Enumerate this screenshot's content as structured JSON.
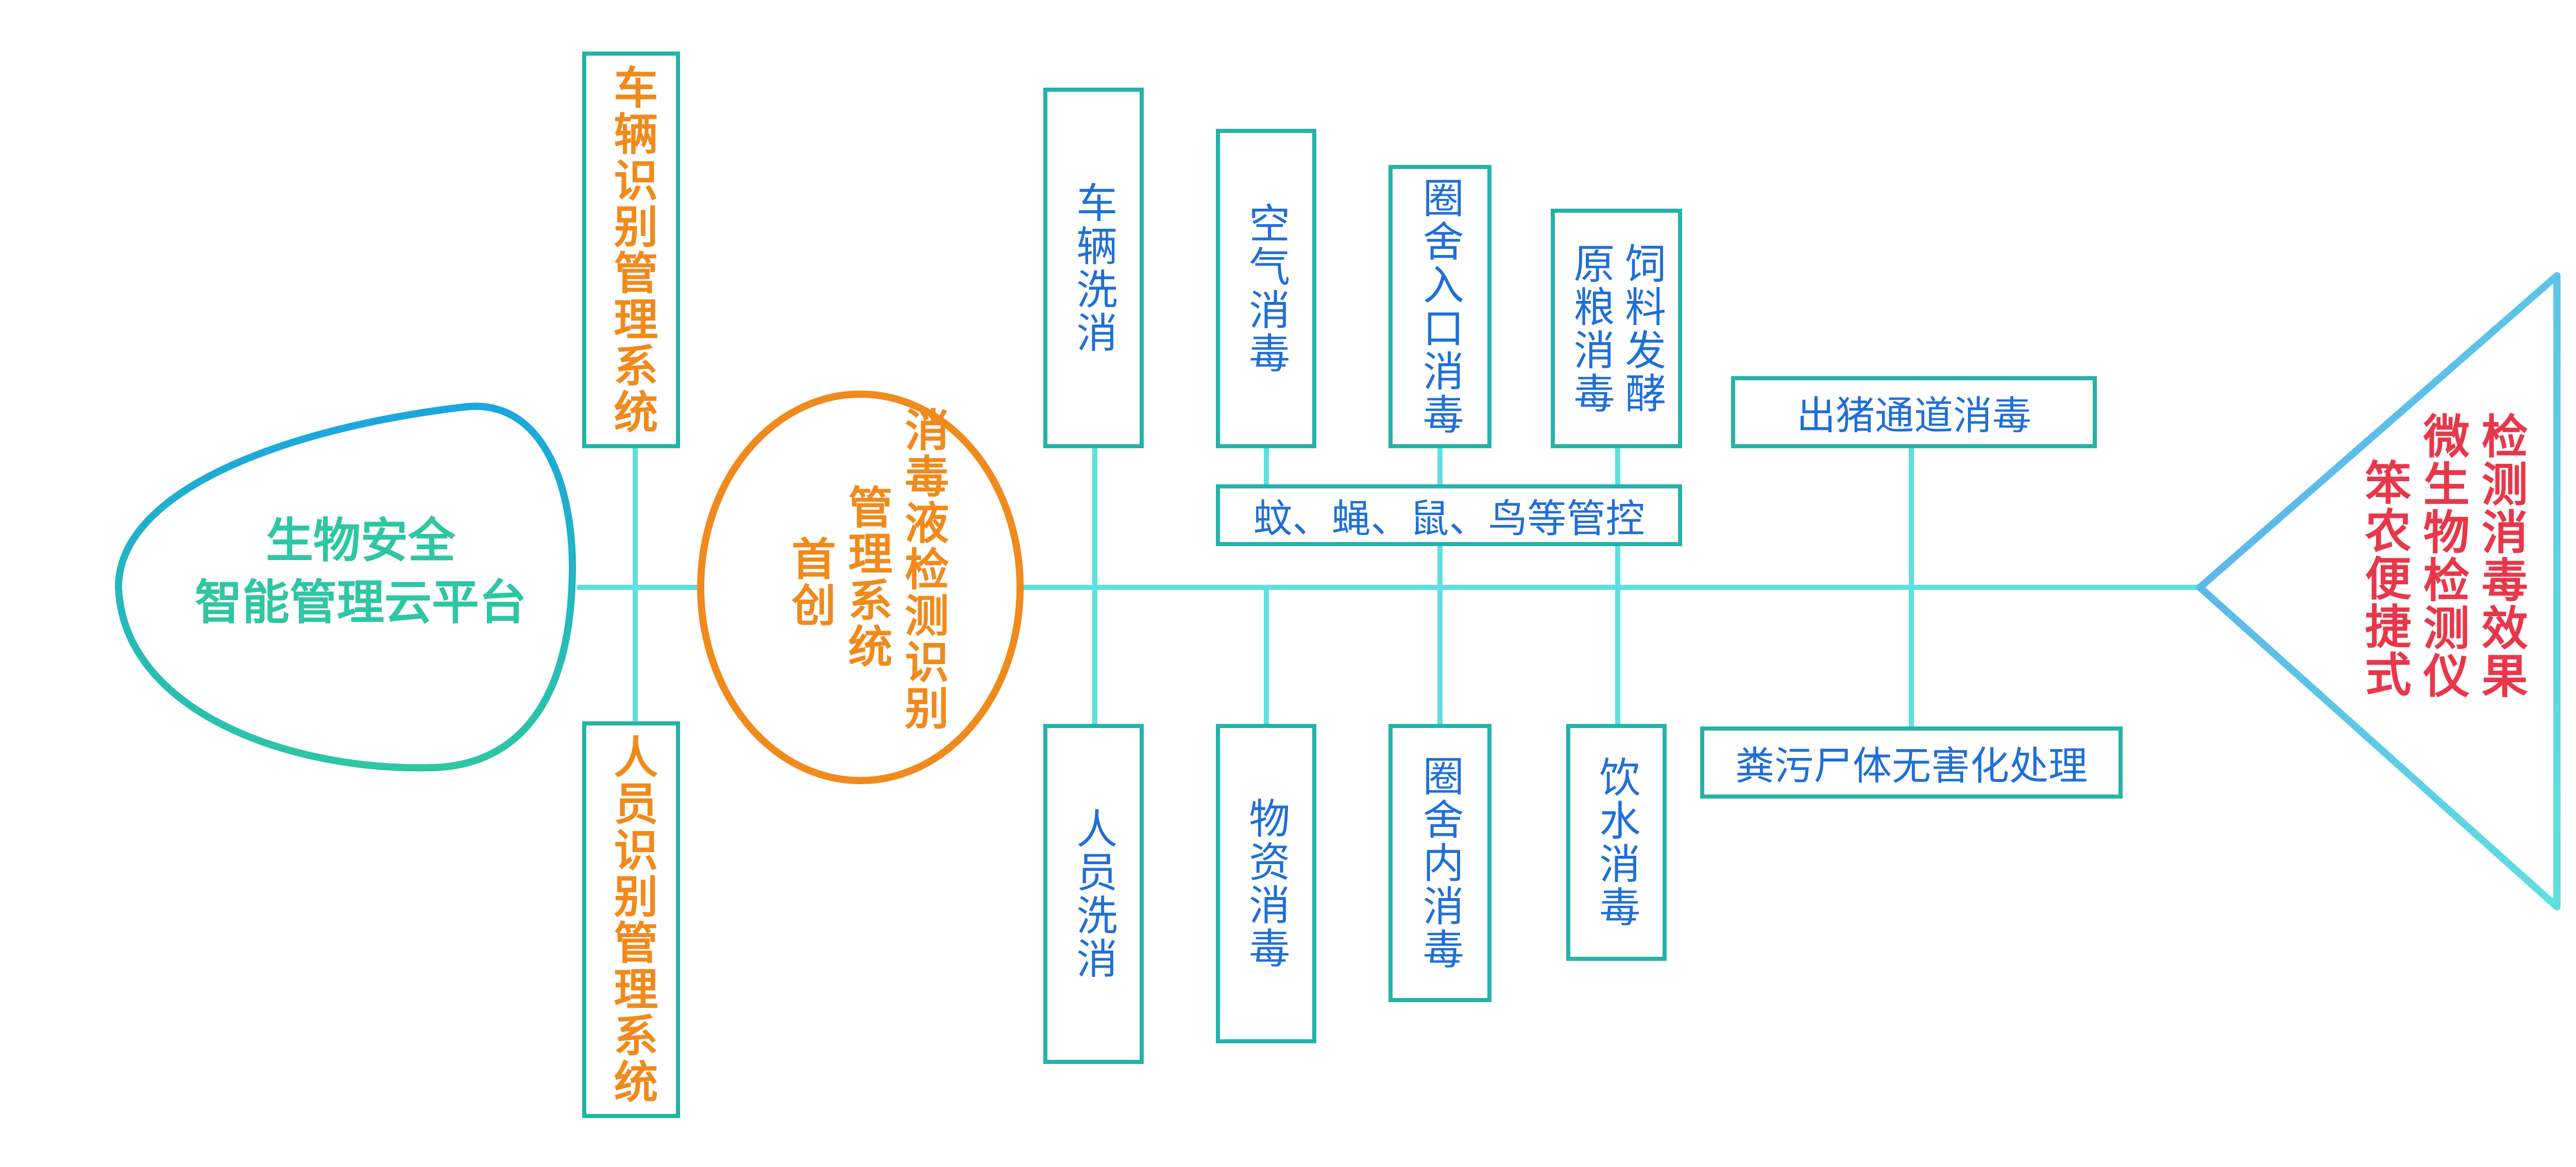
{
  "platform": {
    "line1": "生物安全",
    "line2": "智能管理云平台"
  },
  "top_left_box": "车辆识别管理系统",
  "bottom_left_box": "人员识别管理系统",
  "center_circle": {
    "col1": "消毒液检测识别",
    "col2": "管理系统",
    "col3": "首创"
  },
  "upper_branches": [
    {
      "id": "vehicle-wash",
      "label": "车辆洗消"
    },
    {
      "id": "air-disinfection",
      "label": "空气消毒"
    },
    {
      "id": "pen-entrance-disinfection",
      "label": "圈舍入口消毒"
    },
    {
      "id": "feed-fermentation",
      "col1": "饲料发酵",
      "col2": "原粮消毒"
    },
    {
      "id": "pig-exit-channel",
      "label": "出猪通道消毒"
    }
  ],
  "pest_control": "蚊、蝇、鼠、鸟等管控",
  "lower_branches": [
    {
      "id": "personnel-wash",
      "label": "人员洗消"
    },
    {
      "id": "material-disinfection",
      "label": "物资消毒"
    },
    {
      "id": "pen-interior-disinfection",
      "label": "圈舍内消毒"
    },
    {
      "id": "drinking-water-disinfection",
      "label": "饮水消毒"
    },
    {
      "id": "waste-treatment",
      "label": "粪污尸体无害化处理"
    }
  ],
  "tail": {
    "col1": "检测消毒效果",
    "col2": "微生物检测仪",
    "col3": "笨农便捷式"
  },
  "colors": {
    "platform_text": "#2ec6a3",
    "orange": "#f08a1c",
    "blue_text": "#1f6fd8",
    "red_text": "#e8374a",
    "box_border": "#26b2a8",
    "spine": "#5fe0de"
  }
}
